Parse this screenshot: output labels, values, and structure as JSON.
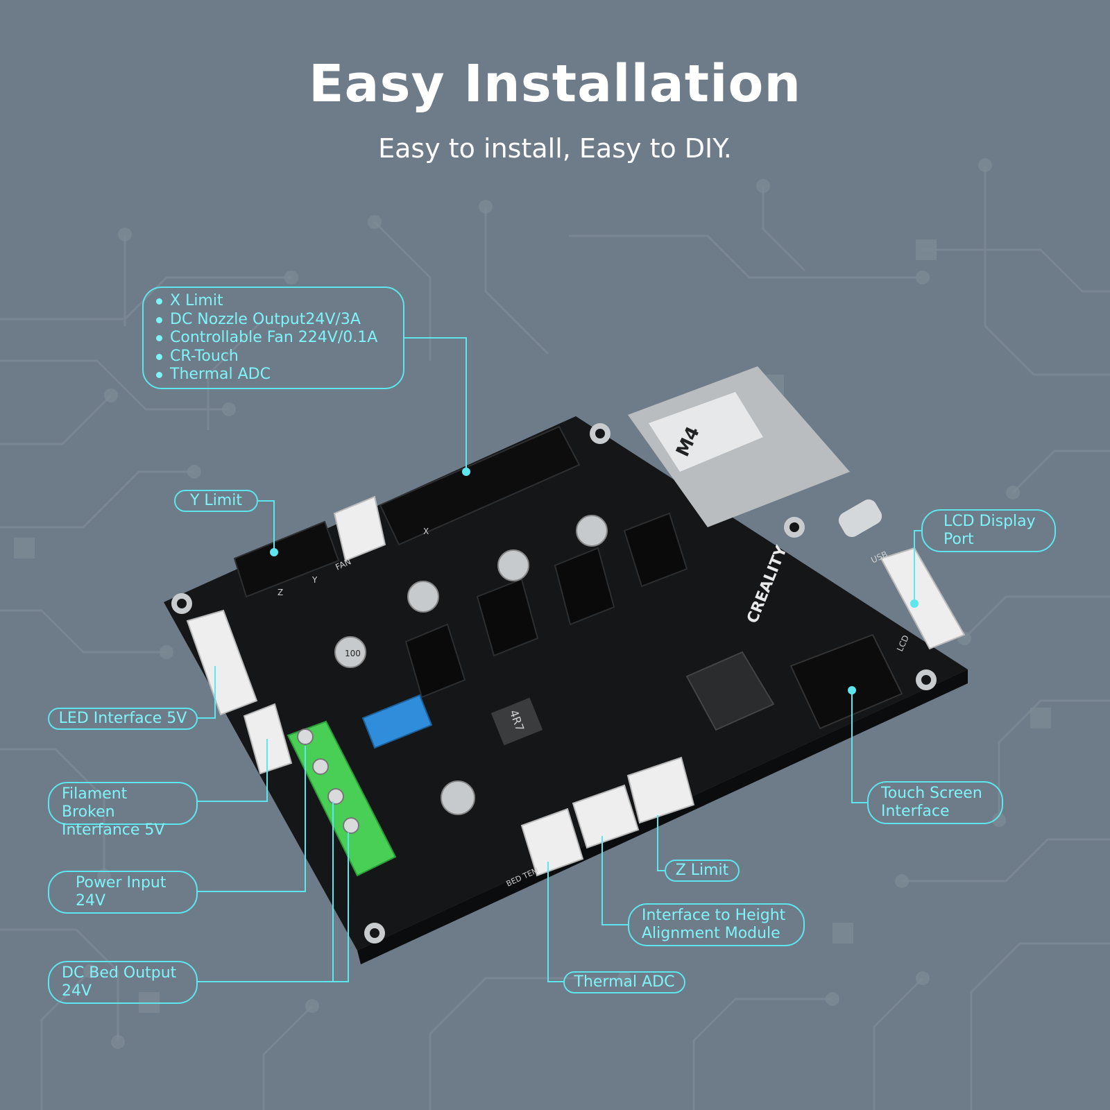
{
  "header": {
    "title": "Easy Installation",
    "subtitle": "Easy to install, Easy to DIY."
  },
  "callouts": {
    "top_group": [
      "X Limit",
      "DC Nozzle Output24V/3A",
      "Controllable Fan 224V/0.1A",
      "CR-Touch",
      "Thermal ADC"
    ],
    "y_limit": "Y Limit",
    "led_interface": "LED Interface 5V",
    "filament": {
      "line1": "Filament Broken",
      "line2": "Interfance 5V"
    },
    "power_input": {
      "line1": "Power Input",
      "line2": "24V"
    },
    "dc_bed": {
      "line1": "DC Bed Output",
      "line2": "24V"
    },
    "lcd_display": {
      "line1": "LCD Display",
      "line2": "Port"
    },
    "touch_screen": {
      "line1": "Touch Screen",
      "line2": "Interface"
    },
    "z_limit": "Z Limit",
    "height_module": {
      "line1": "Interface to Height",
      "line2": "Alignment Module"
    },
    "thermal_adc": "Thermal ADC"
  },
  "board": {
    "brand": "CREALITY",
    "inductor": "4R7",
    "sd_card": "M4",
    "capacitor": "100",
    "silk_labels": [
      "LCD",
      "USB",
      "BED TEM",
      "FAN",
      "Y",
      "Z",
      "X"
    ]
  },
  "colors": {
    "background": "#6e7b88",
    "accent": "#5ee6ee",
    "board": "#151617",
    "terminal": "#49cf56",
    "fuse": "#2f8ddb"
  }
}
